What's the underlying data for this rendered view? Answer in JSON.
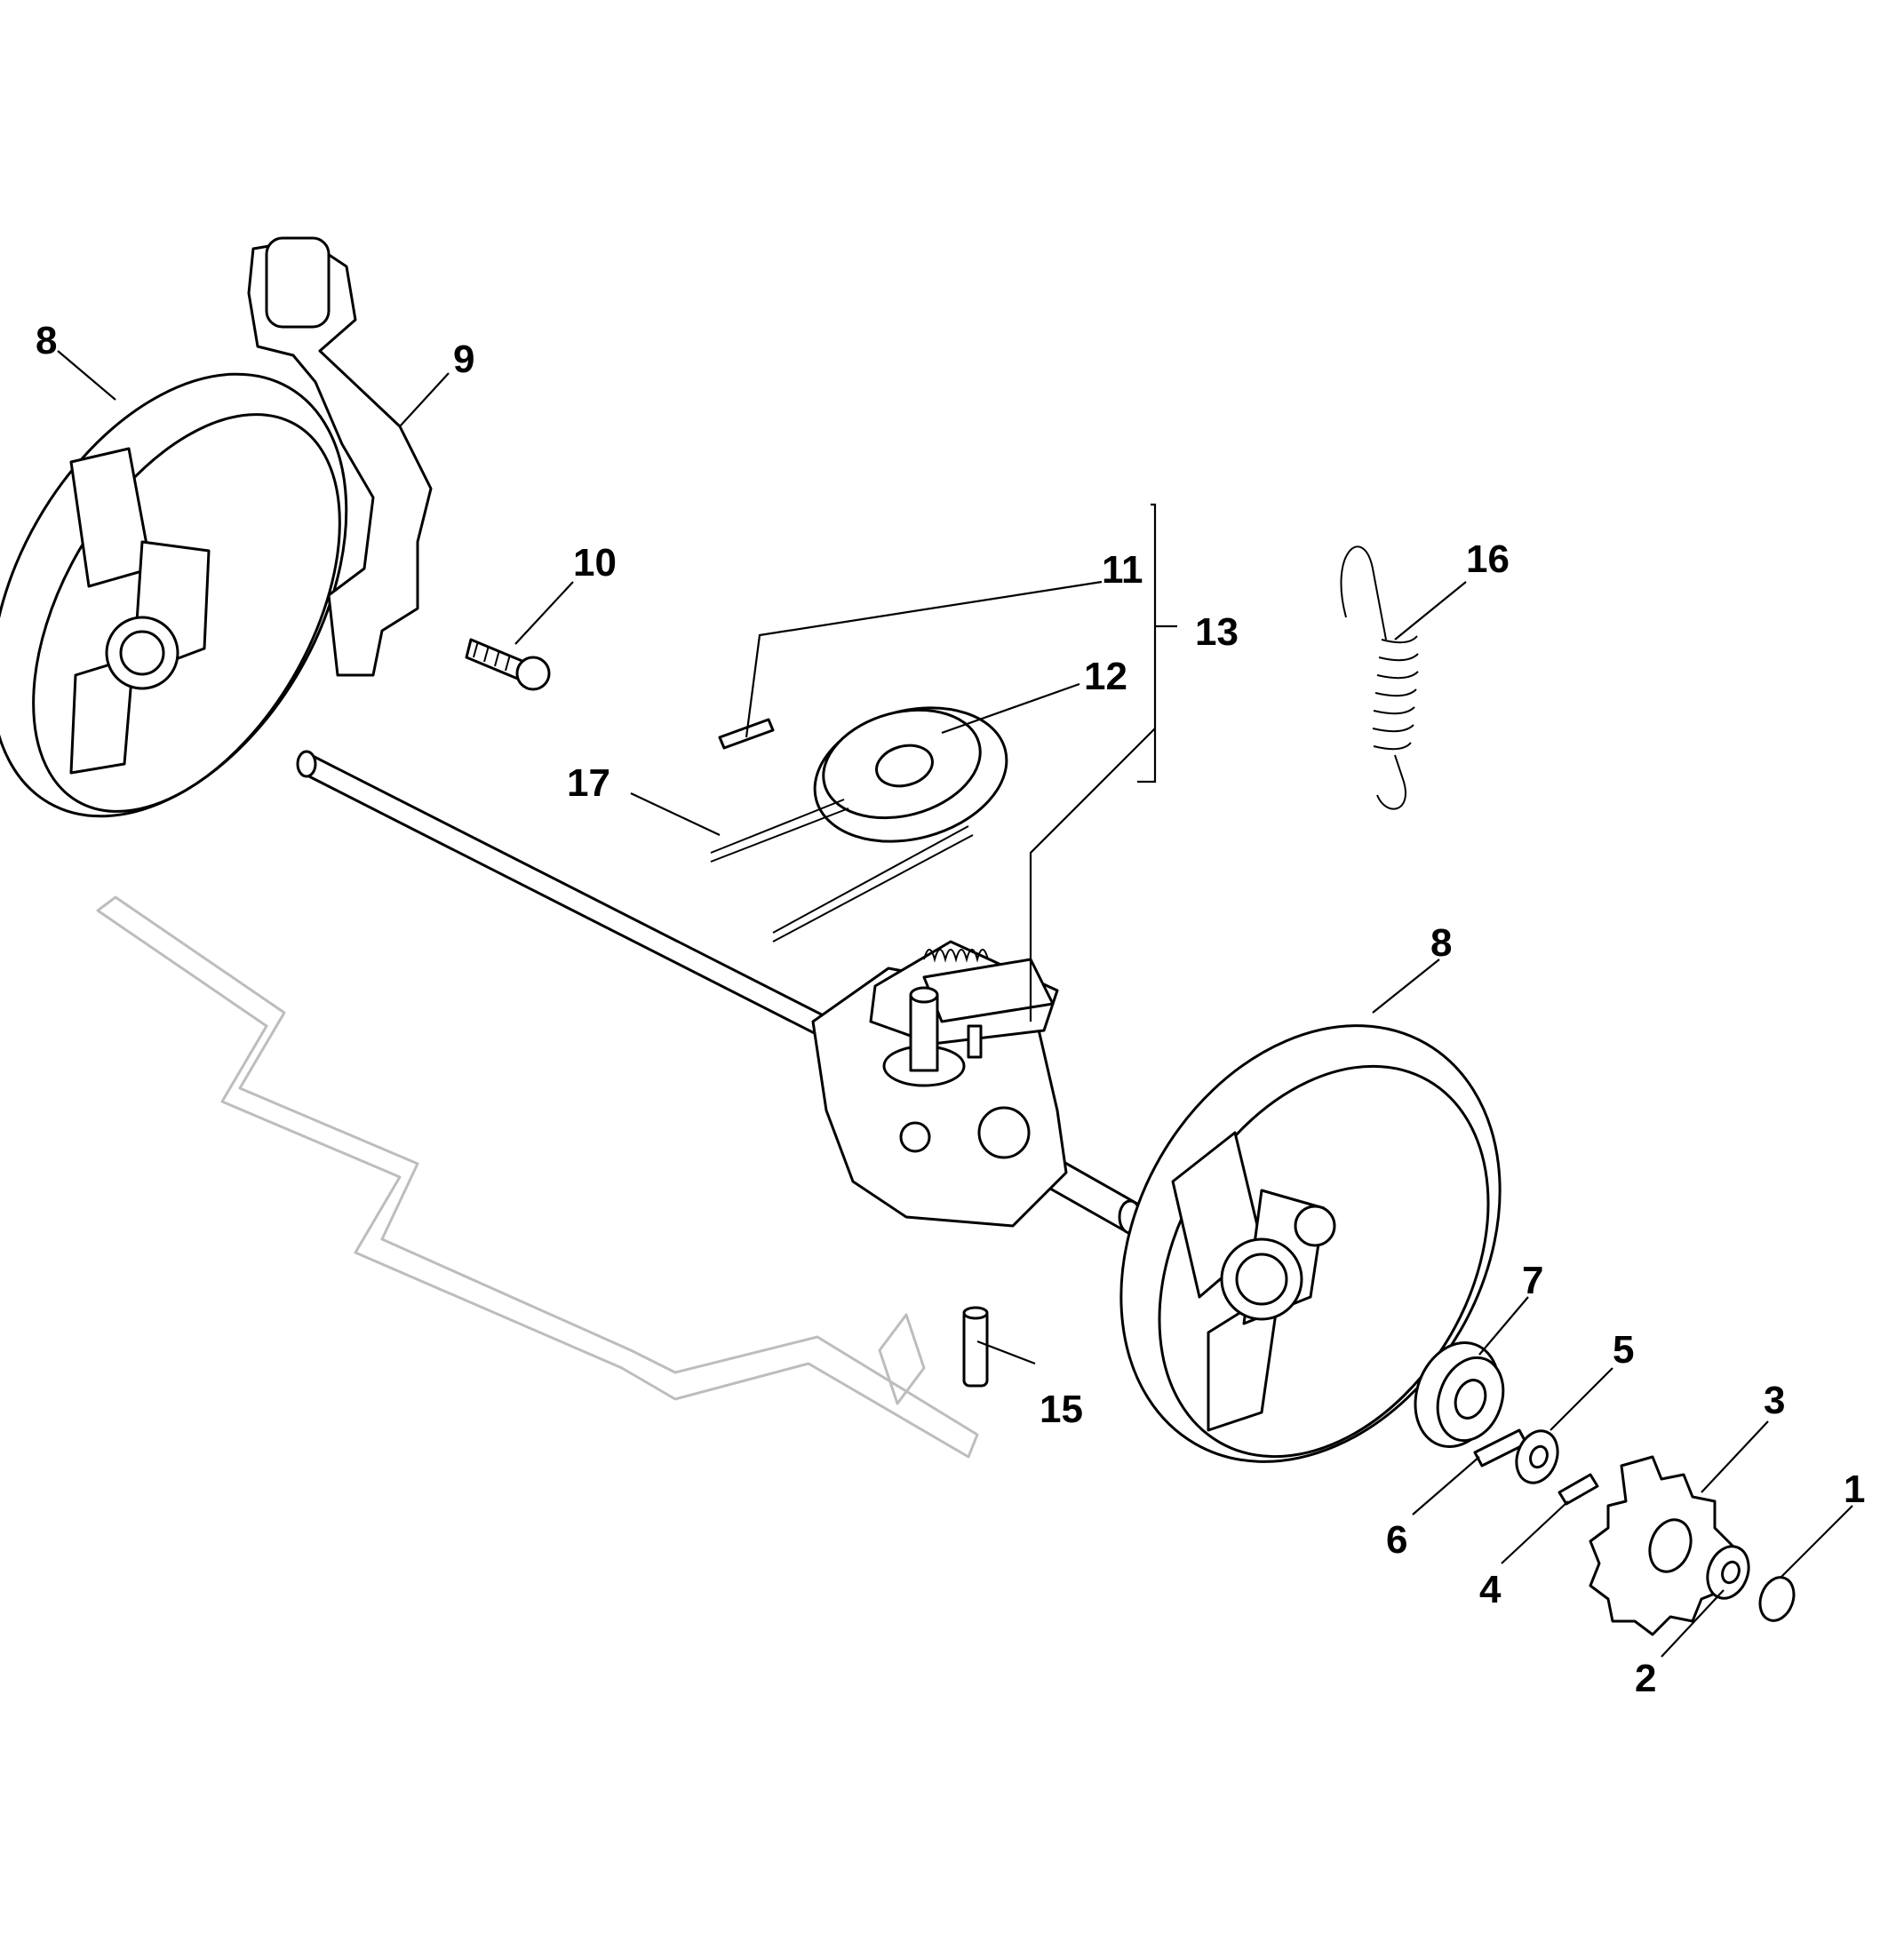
{
  "diagram": {
    "callouts": [
      {
        "id": "c8a",
        "label": "8"
      },
      {
        "id": "c9",
        "label": "9"
      },
      {
        "id": "c10",
        "label": "10"
      },
      {
        "id": "c11",
        "label": "11"
      },
      {
        "id": "c12",
        "label": "12"
      },
      {
        "id": "c13",
        "label": "13"
      },
      {
        "id": "c16",
        "label": "16"
      },
      {
        "id": "c17",
        "label": "17"
      },
      {
        "id": "c8b",
        "label": "8"
      },
      {
        "id": "c7",
        "label": "7"
      },
      {
        "id": "c5",
        "label": "5"
      },
      {
        "id": "c3",
        "label": "3"
      },
      {
        "id": "c1",
        "label": "1"
      },
      {
        "id": "c15",
        "label": "15"
      },
      {
        "id": "c6",
        "label": "6"
      },
      {
        "id": "c4",
        "label": "4"
      },
      {
        "id": "c2",
        "label": "2"
      }
    ]
  }
}
